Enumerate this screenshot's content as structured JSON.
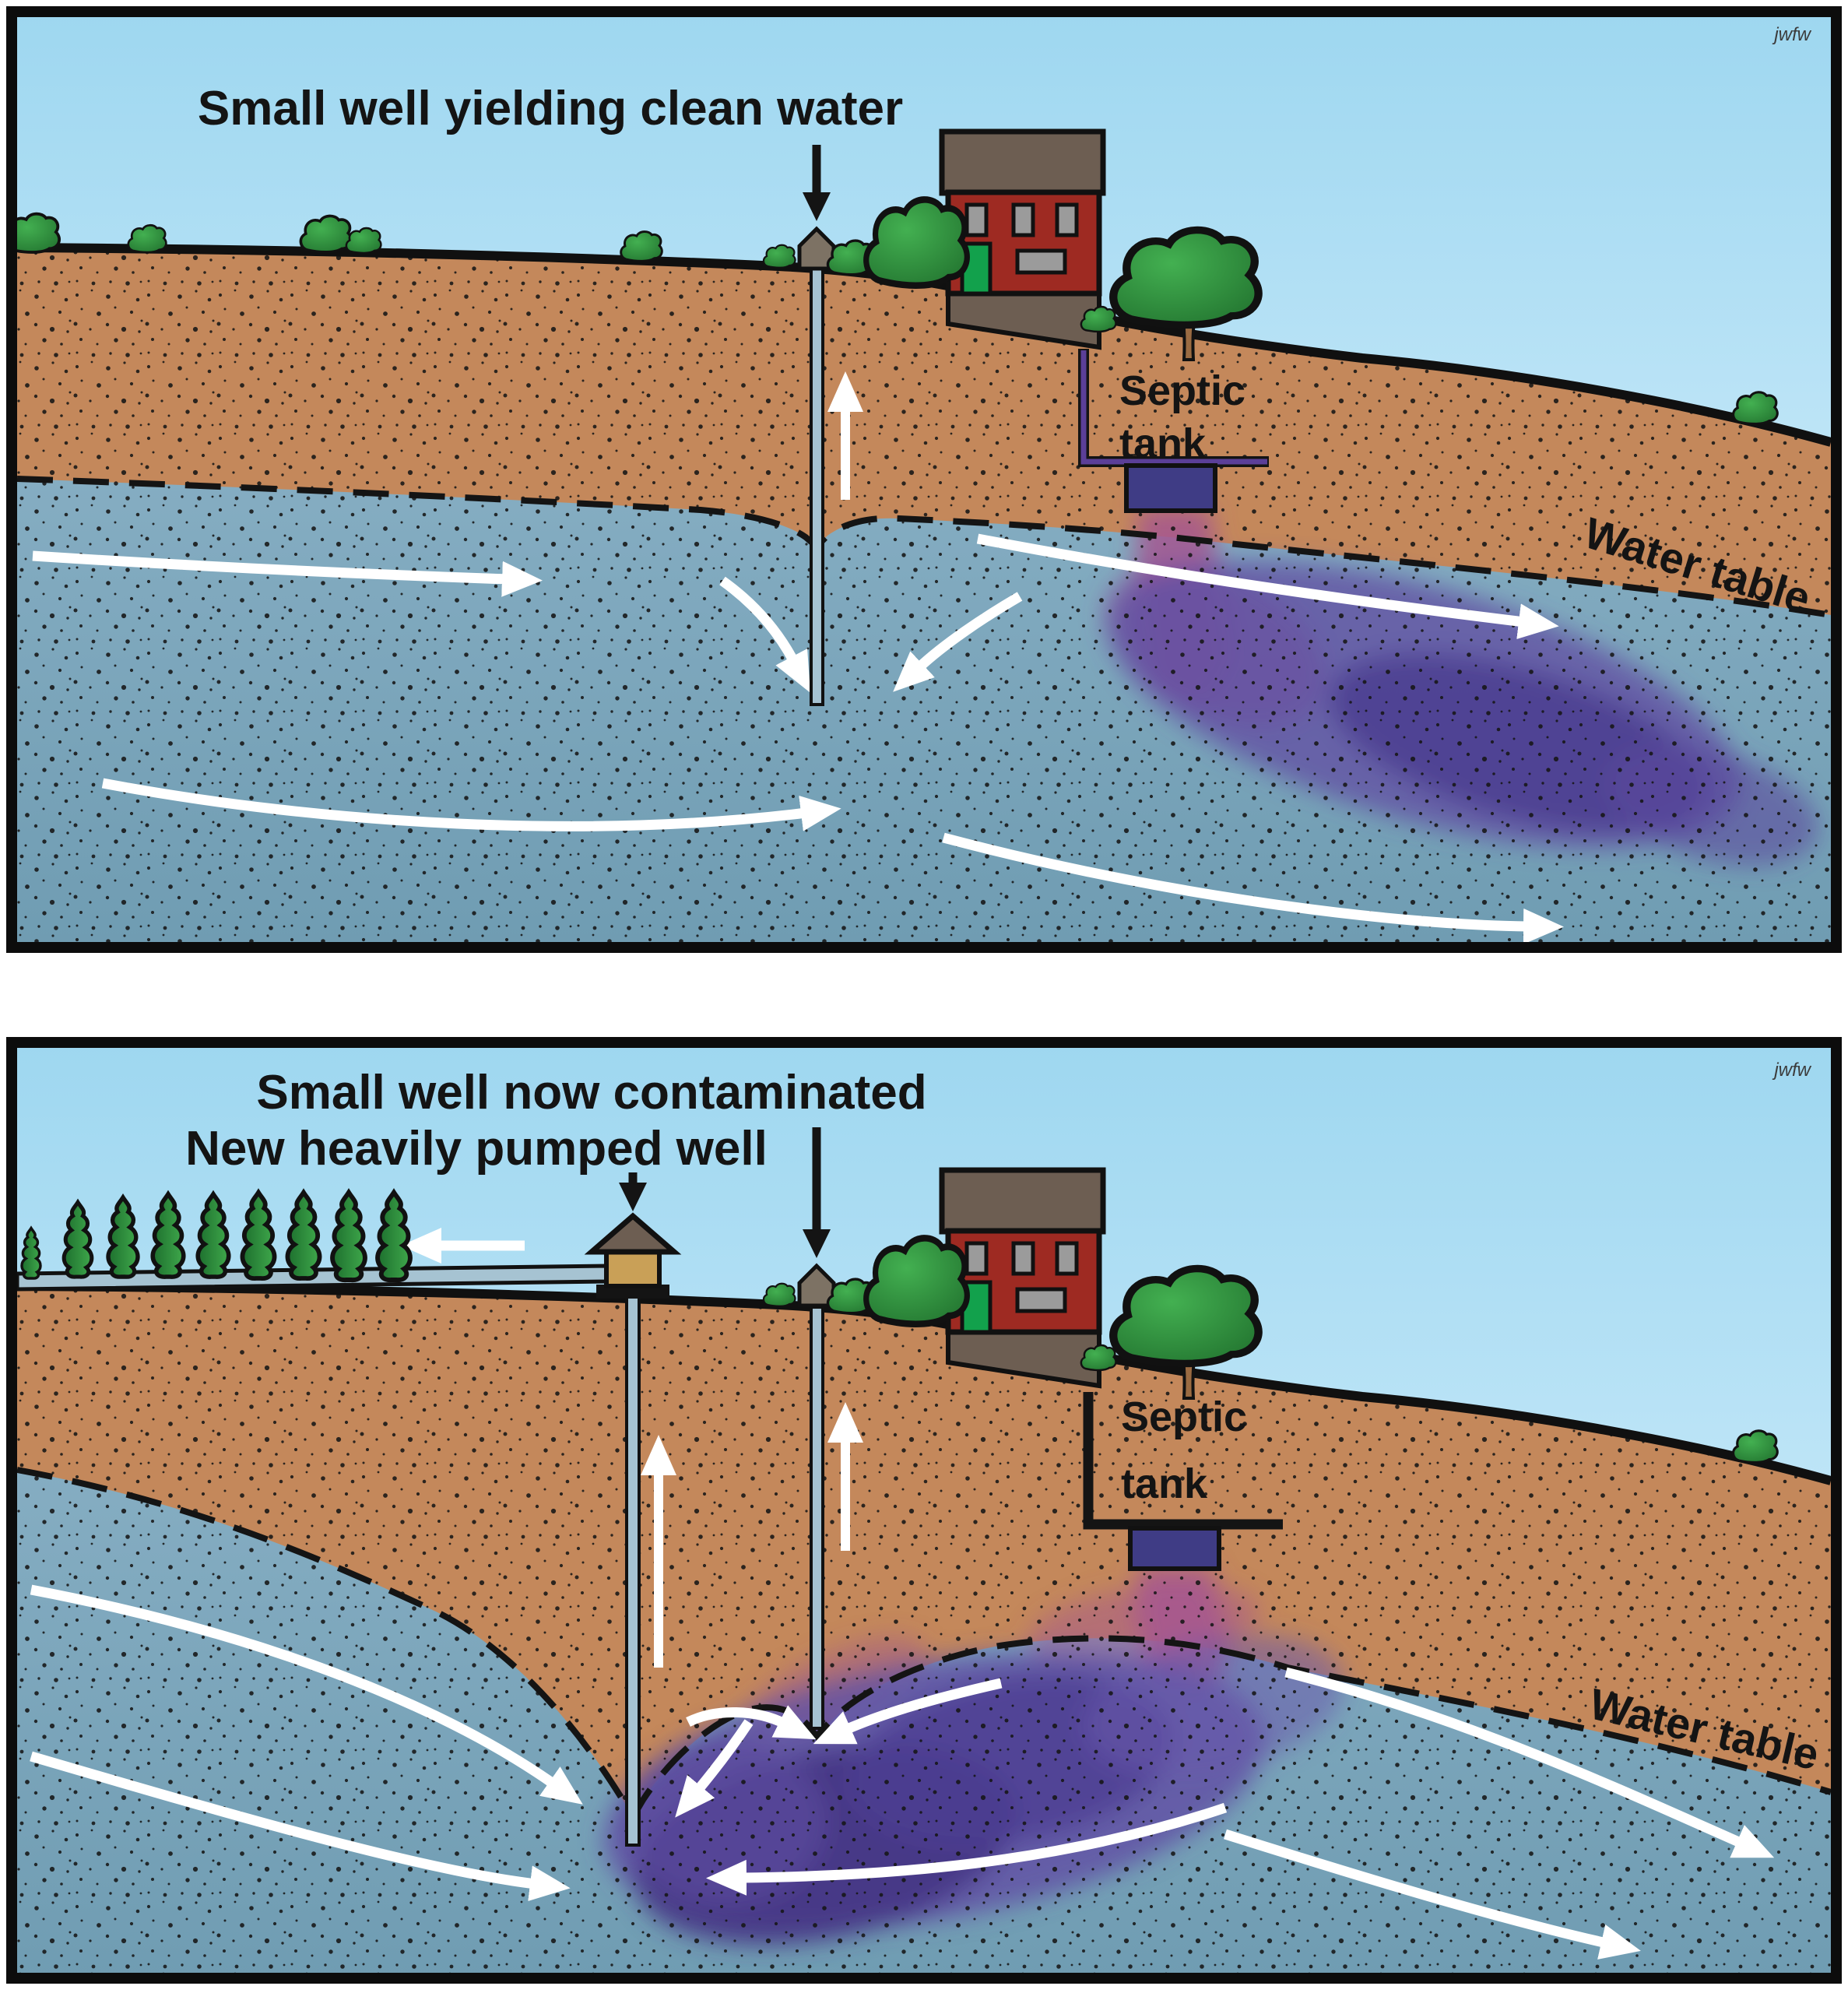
{
  "figure": {
    "description": "Two-panel groundwater contamination diagram",
    "panels": [
      {
        "title": "Small well yielding clean water",
        "septic_line1": "Septic",
        "septic_line2": "tank",
        "water_table": "Water table",
        "signature": "jwfw"
      },
      {
        "title_line1": "Small well now contaminated",
        "title_line2": "New heavily pumped well",
        "septic_line1": "Septic",
        "septic_line2": "tank",
        "water_table": "Water table",
        "signature": "jwfw"
      }
    ],
    "colors": {
      "sky_top": "#9ed7f0",
      "sky_bottom": "#e8f6fd",
      "soil": "#c4885b",
      "saturated_top": "#85adc2",
      "saturated_bottom": "#6f9cb2",
      "plume_core": "#4e3d92",
      "plume_mid": "#6152a4",
      "plume_column": "#a5568f",
      "septic_tank": "#3f3c85",
      "septic_pipe": "#5b3f98",
      "house_wall": "#9e2a22",
      "house_roof": "#6d5e52",
      "house_door": "#12a14c",
      "window_gray": "#9b9b9b",
      "well_pipe": "#a6c3d2",
      "wellhead": "#7d7264",
      "pump_house_wall": "#c9a057",
      "tree_green": "#3fa84b",
      "arrow_white": "#ffffff",
      "line_black": "#141414"
    }
  }
}
